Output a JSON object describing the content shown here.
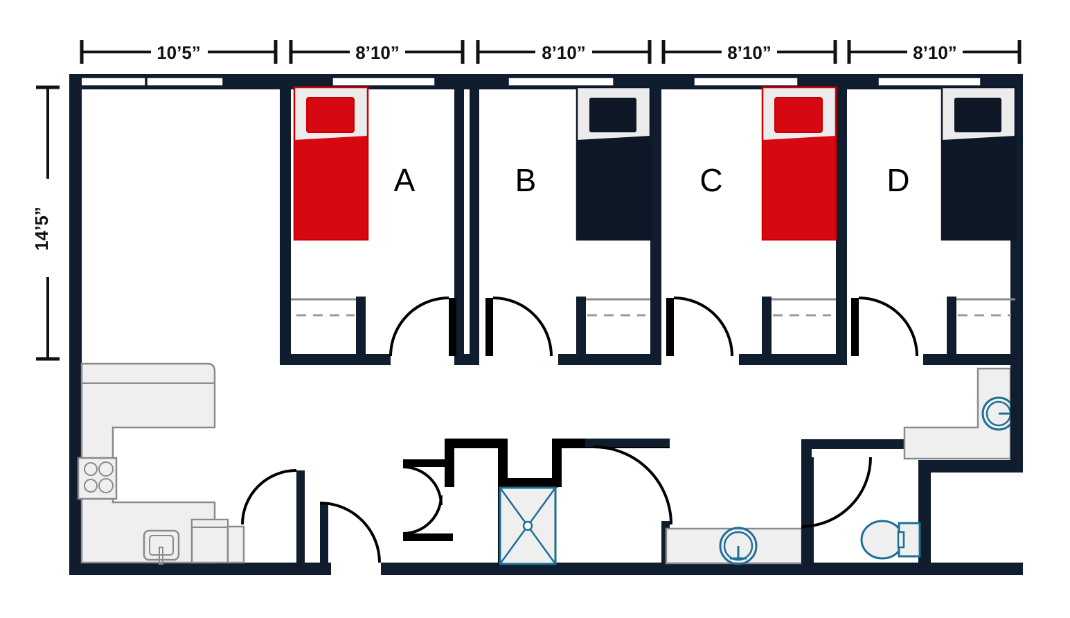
{
  "plan": {
    "title": "Apartment Floor Plan",
    "unit_type": "4-bedroom suite",
    "colors": {
      "wall": "#101d2e",
      "wall_dark": "#000000",
      "bed_red": "#d60812",
      "bed_navy": "#0d1726",
      "fixture_blue": "#1e6f96",
      "fixture_fill": "#eeeeee",
      "fixture_stroke": "#8b8b8b",
      "background": "#ffffff",
      "dimension": "#111111"
    }
  },
  "dimensions": {
    "horizontal": [
      {
        "label": "10’5”",
        "name": "living-width"
      },
      {
        "label": "8’10”",
        "name": "bedroom-a-width"
      },
      {
        "label": "8’10”",
        "name": "bedroom-b-width"
      },
      {
        "label": "8’10”",
        "name": "bedroom-c-width"
      },
      {
        "label": "8’10”",
        "name": "bedroom-d-width"
      }
    ],
    "vertical": [
      {
        "label": "14’5”",
        "name": "bedroom-depth"
      }
    ]
  },
  "rooms": [
    {
      "id": "A",
      "label": "A",
      "bed_color": "red",
      "bed_side": "left",
      "door_side": "right",
      "closet_side": "left"
    },
    {
      "id": "B",
      "label": "B",
      "bed_color": "navy",
      "bed_side": "right",
      "door_side": "left",
      "closet_side": "right"
    },
    {
      "id": "C",
      "label": "C",
      "bed_color": "red",
      "bed_side": "right",
      "door_side": "left",
      "closet_side": "right"
    },
    {
      "id": "D",
      "label": "D",
      "bed_color": "navy",
      "bed_side": "right",
      "door_side": "left",
      "closet_side": "right"
    }
  ],
  "fixtures": [
    {
      "name": "kitchen-counter",
      "type": "counter"
    },
    {
      "name": "stove",
      "type": "range",
      "burners": 4
    },
    {
      "name": "kitchen-sink",
      "type": "sink"
    },
    {
      "name": "dishwasher",
      "type": "appliance"
    },
    {
      "name": "shower",
      "type": "shower"
    },
    {
      "name": "vanity-sink",
      "type": "sink"
    },
    {
      "name": "toilet",
      "type": "toilet"
    },
    {
      "name": "corner-vanity-sink",
      "type": "sink"
    }
  ],
  "openings": {
    "windows": 5,
    "bedroom_doors": 4,
    "entry_door": 1,
    "bathroom_doors": 2,
    "bifold_doors": 1
  }
}
